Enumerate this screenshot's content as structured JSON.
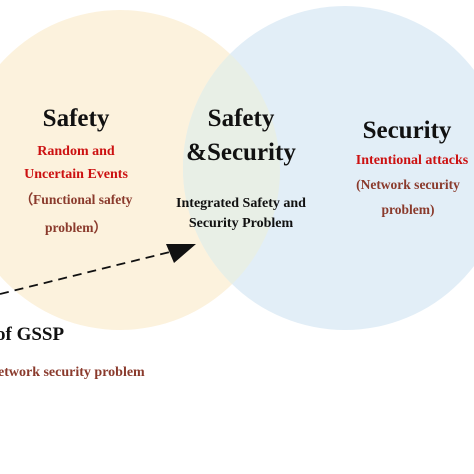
{
  "colors": {
    "safety_circle": "#fcf2dd",
    "security_circle": "#e2eef7",
    "overlap": "#e8efe6",
    "heading": "#111111",
    "red_text": "#cc1111",
    "brown_text": "#8a3a2c",
    "arrow": "#111111"
  },
  "safety": {
    "title": "Safety",
    "line1": "Random and",
    "line2": "Uncertain Events",
    "line3": "（Functional safety",
    "line4": "problem）"
  },
  "overlap": {
    "title_line1": "Safety",
    "title_line2": "&Security",
    "desc_line1": "Integrated Safety and",
    "desc_line2": "Security Problem"
  },
  "security": {
    "title": "Security",
    "line1": "Intentional attacks",
    "line2": "(Network security",
    "line3": "problem)"
  },
  "gssp": {
    "label": "of GSSP",
    "sub": "etwork security problem"
  }
}
